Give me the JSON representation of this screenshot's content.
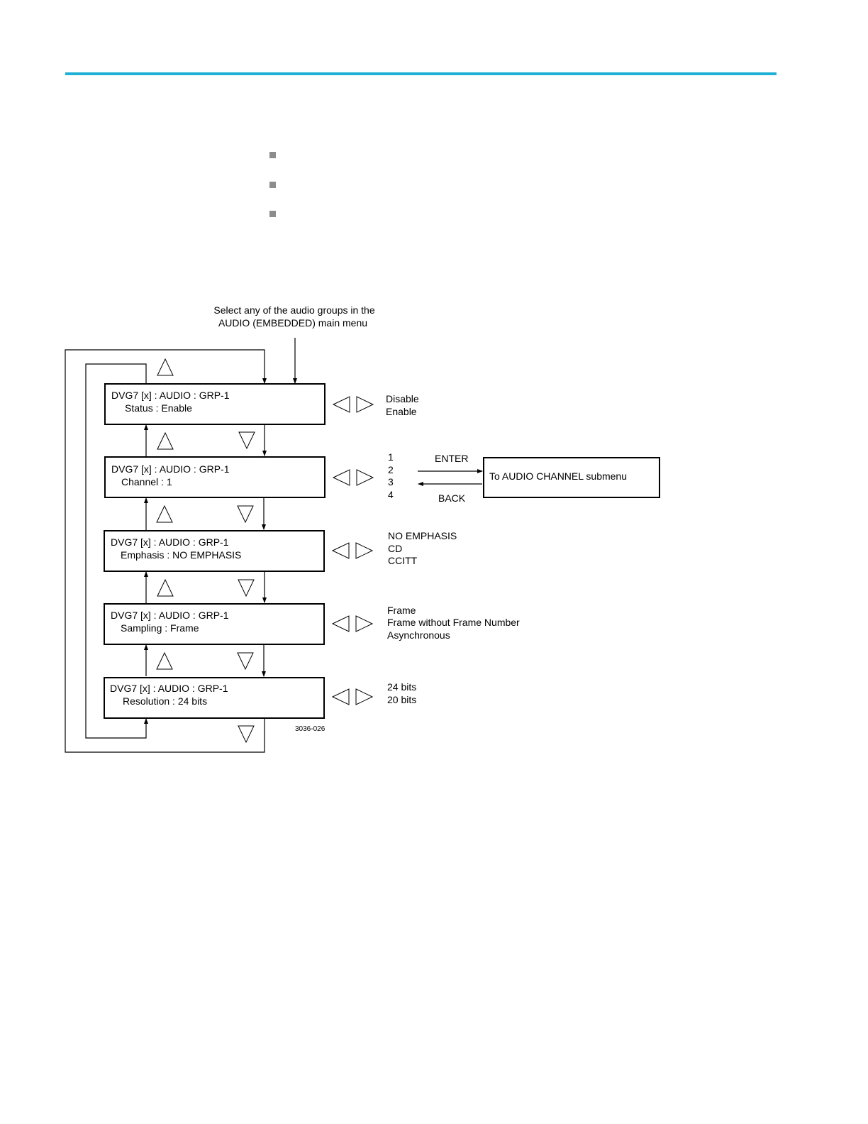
{
  "colors": {
    "header_rule": "#1fb1d6",
    "bullet": "#8c8c8c"
  },
  "diagram": {
    "entry_note": [
      "Select any of the audio groups in the",
      "AUDIO (EMBEDDED) main menu"
    ],
    "menus": [
      {
        "title": "DVG7 [x] : AUDIO : GRP-1",
        "setting": "Status : Enable",
        "options": [
          "Disable",
          "Enable"
        ]
      },
      {
        "title": "DVG7 [x] : AUDIO : GRP-1",
        "setting": "Channel : 1",
        "options": [
          "1",
          "2",
          "3",
          "4"
        ]
      },
      {
        "title": "DVG7 [x] : AUDIO : GRP-1",
        "setting": "Emphasis : NO EMPHASIS",
        "options": [
          "NO EMPHASIS",
          "CD",
          "CCITT"
        ]
      },
      {
        "title": "DVG7 [x] : AUDIO : GRP-1",
        "setting": "Sampling : Frame",
        "options": [
          "Frame",
          "Frame without Frame Number",
          "Asynchronous"
        ]
      },
      {
        "title": "DVG7 [x] : AUDIO : GRP-1",
        "setting": "Resolution : 24 bits",
        "options": [
          "24 bits",
          "20 bits"
        ]
      }
    ],
    "enter_label": "ENTER",
    "back_label": "BACK",
    "submenu_label": "To AUDIO CHANNEL submenu",
    "figure_id": "3036-026",
    "icons": {
      "up": "up-triangle-icon",
      "down": "down-triangle-icon",
      "left": "left-triangle-icon",
      "right": "right-triangle-icon"
    }
  }
}
